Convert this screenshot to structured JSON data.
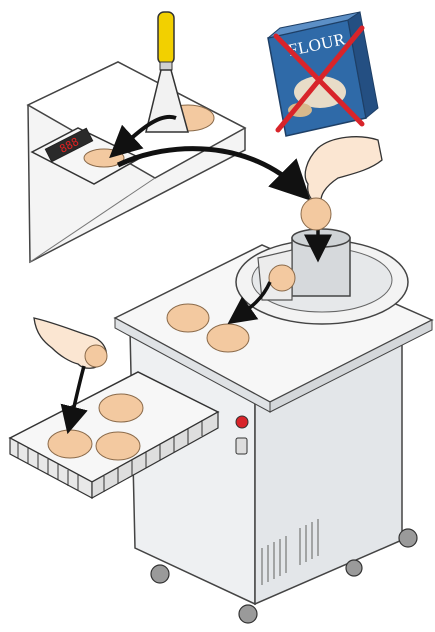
{
  "flour_bag": {
    "label": "FLOUR",
    "prohibited": true,
    "icon": "prohibited-cross-icon",
    "cross_color": "#d8242a"
  },
  "scale": {
    "display_value": "888",
    "display_color": "#e02020"
  },
  "steps": [
    {
      "name": "portion-dough-with-scraper",
      "icon": "dough-scraper-icon"
    },
    {
      "name": "weigh-dough-on-scale",
      "icon": "scale-icon"
    },
    {
      "name": "drop-dough-into-rounder-by-hand",
      "icon": "hand-icon"
    },
    {
      "name": "collect-rounded-balls",
      "icon": "arrow-icon"
    },
    {
      "name": "place-balls-in-tray",
      "icon": "tray-icon"
    }
  ],
  "colors": {
    "dough": "#f3c9a0",
    "dough_shadow": "#dca57a",
    "outline": "#3a3a3a",
    "machine_body": "#eef0f2",
    "scraper_handle": "#f2d000",
    "bag_blue": "#2f6aa8",
    "arrow": "#111111"
  },
  "tray": {
    "ball_count": 3
  },
  "machine_table": {
    "ball_count": 2
  }
}
